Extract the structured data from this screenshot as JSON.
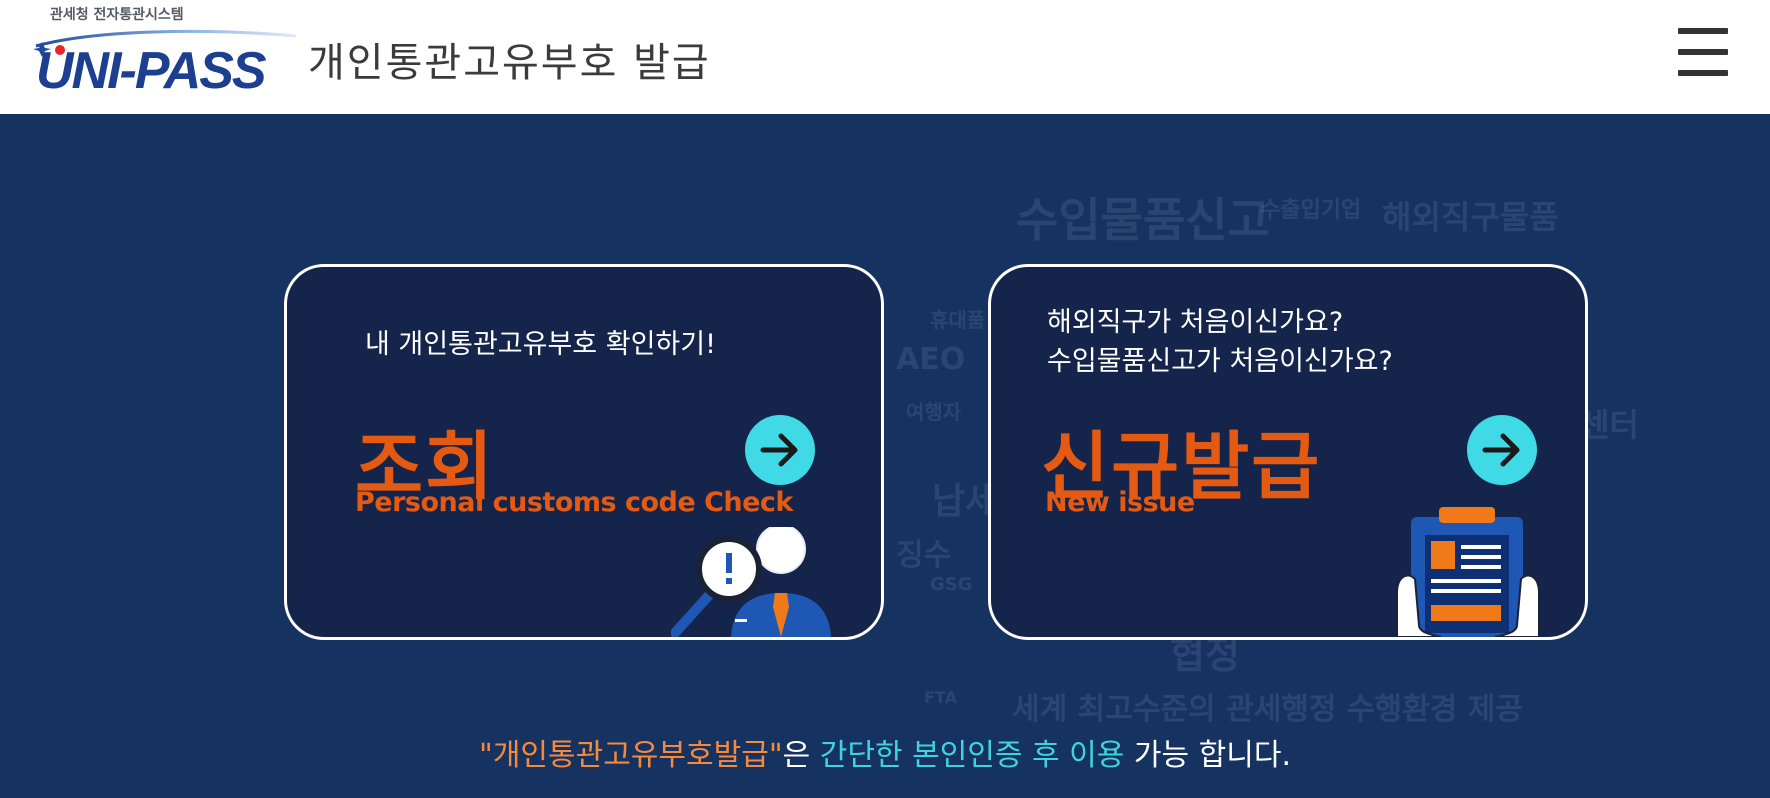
{
  "header": {
    "logo_small_text": "관세청 전자통관시스템",
    "logo_text": "UNI-PASS",
    "title": "개인통관고유부호 발급",
    "menu_icon": "hamburger-menu-icon"
  },
  "background_words": [
    "수입물품신고",
    "수출입기업",
    "해외직구물품",
    "휴대품",
    "AEO",
    "여행자",
    "센터",
    "납세",
    "징수",
    "GSG",
    "세계 최고수준의 관세행정 수행환경 제공",
    "FTA",
    "협정"
  ],
  "cards": [
    {
      "sub_lines": [
        "내 개인통관고유부호 확인하기!"
      ],
      "title": "조회",
      "subtitle_en": "Personal customs code Check",
      "button_icon": "arrow-right-icon",
      "illustration": "magnifier-person-icon"
    },
    {
      "sub_lines": [
        "해외직구가 처음이신가요?",
        "수입물품신고가 처음이신가요?"
      ],
      "title": "신규발급",
      "subtitle_en": "New issue",
      "button_icon": "arrow-right-icon",
      "illustration": "clipboard-document-icon"
    }
  ],
  "notice": {
    "part1": "\"개인통관고유부호발급\"",
    "part2": "은 ",
    "part3": "간단한 본인인증 후 이용",
    "part4": " 가능 합니다."
  },
  "colors": {
    "background": "#163260",
    "card_background": "#15244a",
    "accent_orange": "#e55a12",
    "accent_cyan": "#40d9e6",
    "notice_orange": "#f58a3c"
  }
}
